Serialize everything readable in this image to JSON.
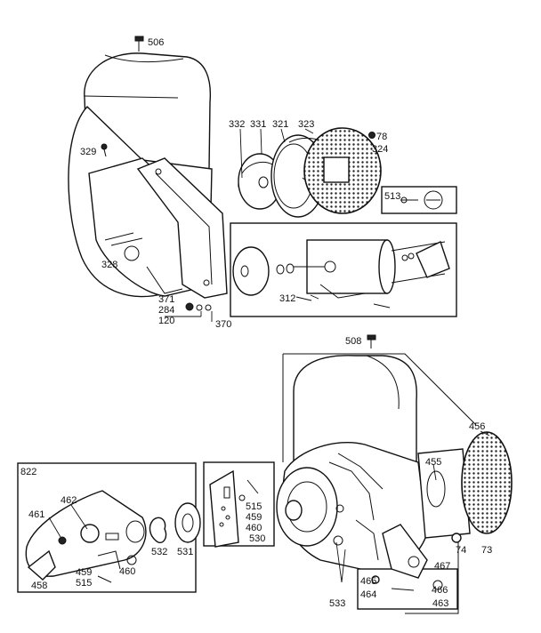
{
  "labels": {
    "p506": "506",
    "p329": "329",
    "p328": "328",
    "p332": "332",
    "p331": "331",
    "p321": "321",
    "p323": "323",
    "p78": "78",
    "p324": "324",
    "p513": "513",
    "p312": "312",
    "p371": "371",
    "p284": "284",
    "p120": "120",
    "p370": "370",
    "p508": "508",
    "p456": "456",
    "p455": "455",
    "p822": "822",
    "p462": "462",
    "p461": "461",
    "p458": "458",
    "p459a": "459",
    "p515a": "515",
    "p460a": "460",
    "p532": "532",
    "p531": "531",
    "p515b": "515",
    "p459b": "459",
    "p460b": "460",
    "p530": "530",
    "p74": "74",
    "p73": "73",
    "p467": "467",
    "p465": "465",
    "p464": "464",
    "p466": "466",
    "p463": "463",
    "p533": "533"
  }
}
